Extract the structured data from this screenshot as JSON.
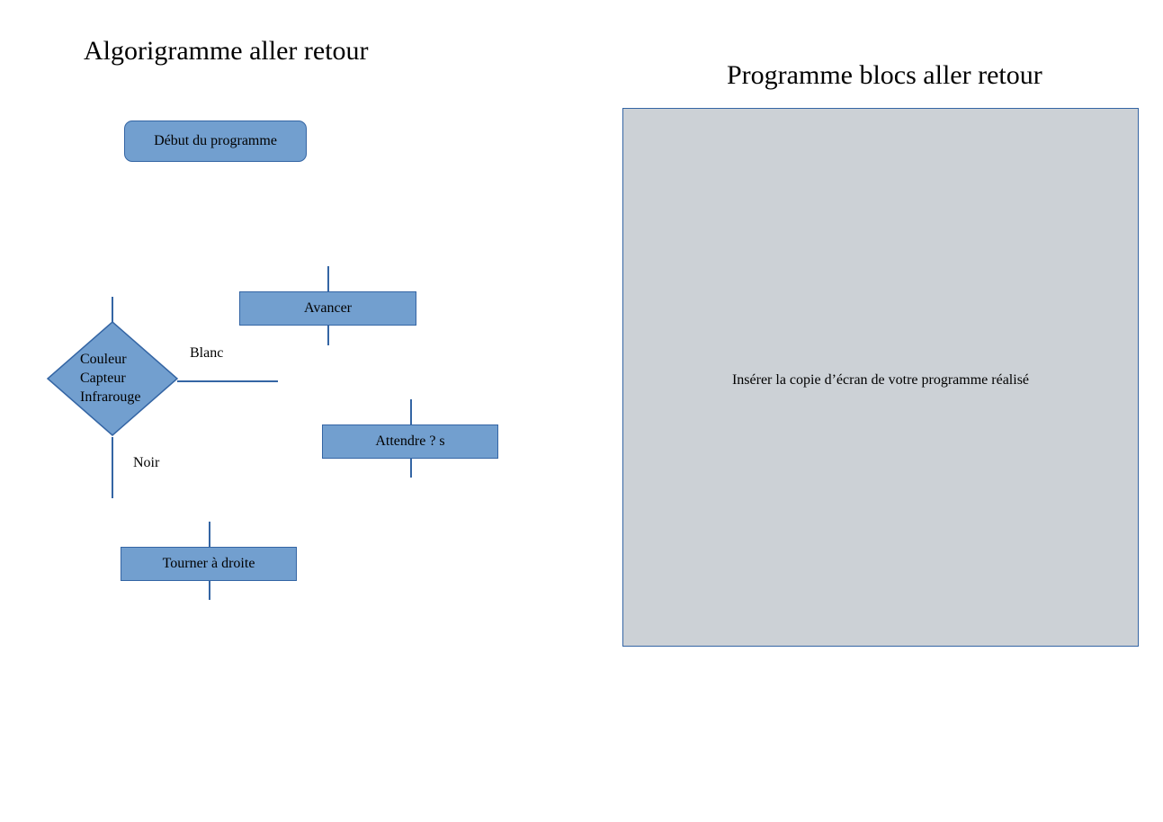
{
  "titles": {
    "left": "Algorigramme aller retour",
    "right": "Programme blocs aller retour"
  },
  "flowchart": {
    "start": "Début du programme",
    "decision_lines": [
      "Couleur",
      "Capteur",
      "Infrarouge"
    ],
    "branch_white": "Blanc",
    "branch_black": "Noir",
    "advance": "Avancer",
    "wait": "Attendre ? s",
    "turn_right": "Tourner à droite"
  },
  "panel": {
    "placeholder": "Insérer la copie d’écran de votre programme réalisé"
  },
  "colors": {
    "shape_fill": "#729fcf",
    "shape_stroke": "#3465a4",
    "panel_fill": "#ccd1d6"
  }
}
